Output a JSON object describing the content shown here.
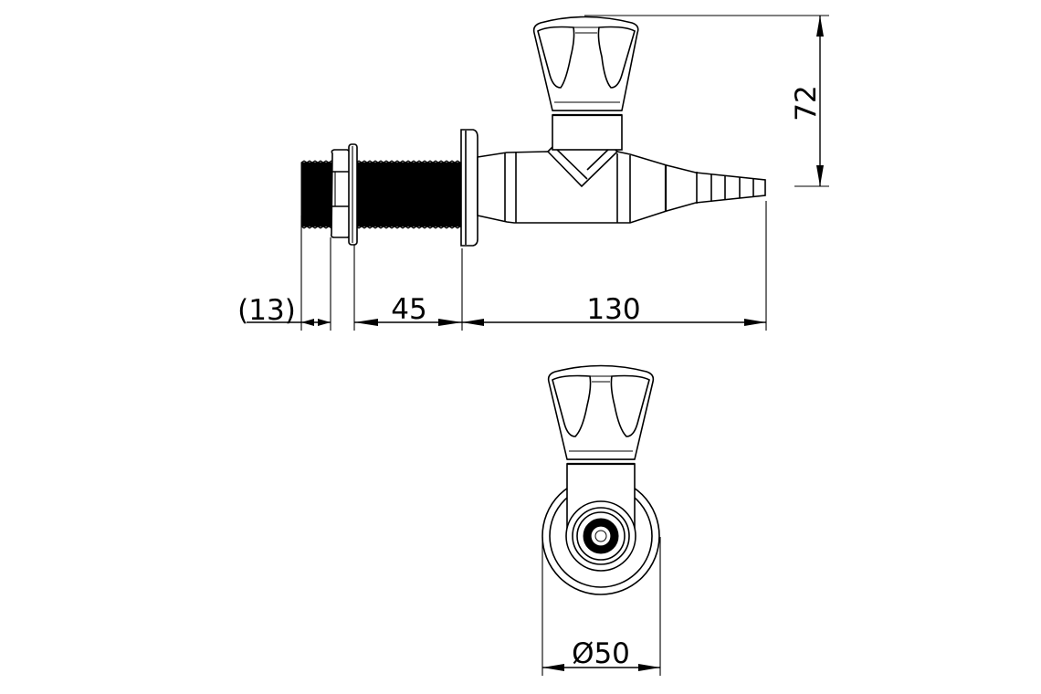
{
  "drawing": {
    "subject": "Laboratory gas tap (wall-mounted, threaded shank with hose barb)",
    "views": [
      {
        "name": "side-view"
      },
      {
        "name": "front-view"
      }
    ],
    "dimensions": {
      "thread_protrusion": "(13)",
      "shank_length": "45",
      "body_length": "130",
      "height": "72",
      "flange_diameter": "Ø50"
    },
    "units": "mm",
    "colors": {
      "line": "#000000",
      "background": "#ffffff"
    }
  }
}
